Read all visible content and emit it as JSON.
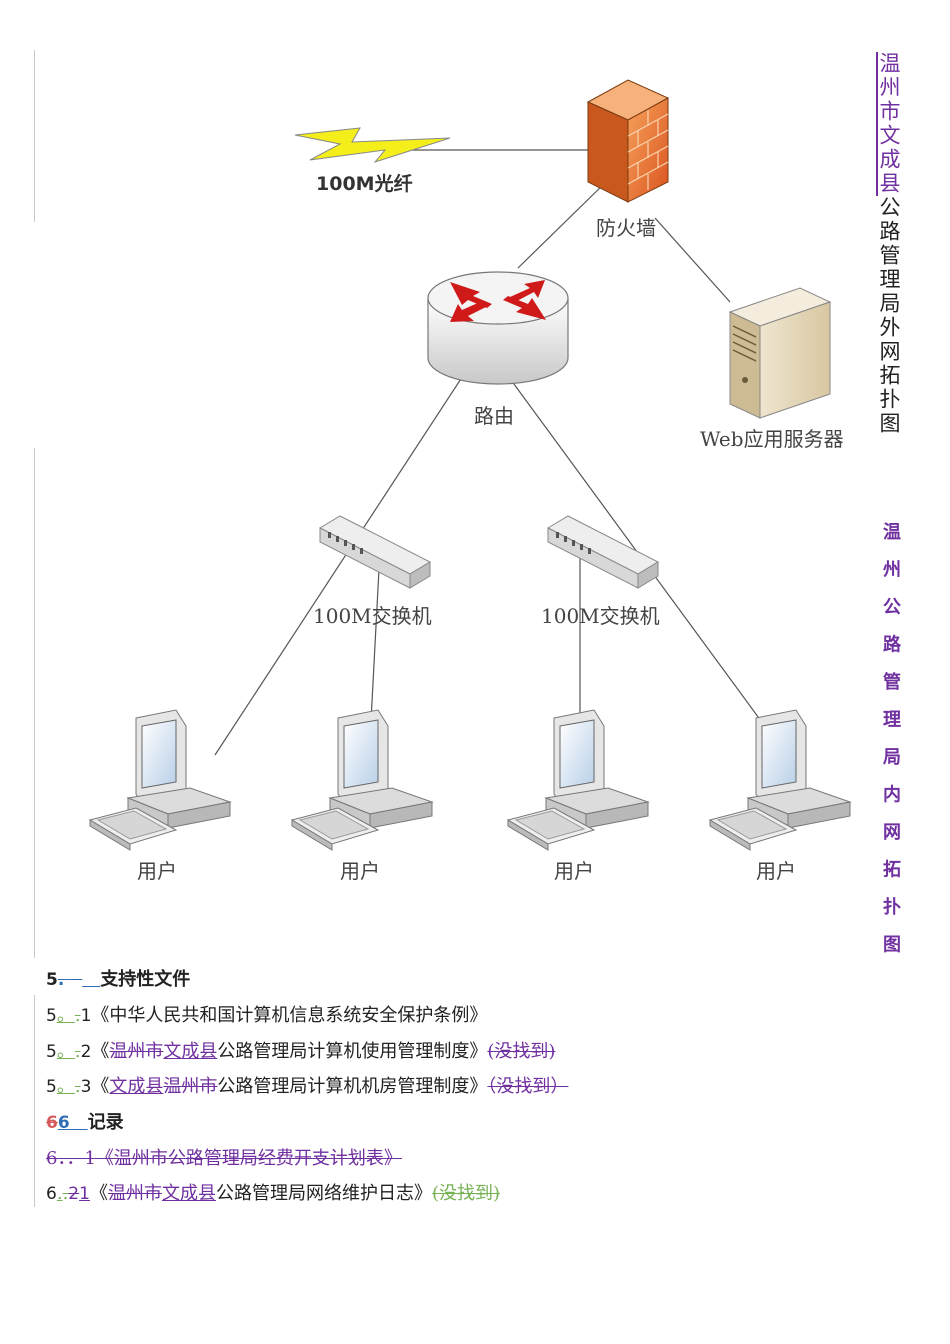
{
  "diagram": {
    "fiber_label": "100M光纤",
    "firewall_label": "防火墙",
    "router_label": "路由",
    "server_label": "Web应用服务器",
    "switch_left_label": "100M交换机",
    "switch_right_label": "100M交换机",
    "user_labels": [
      "用户",
      "用户",
      "用户",
      "用户"
    ]
  },
  "captions": {
    "outer_inserted": "温州市文成县",
    "outer_rest": "公路管理局外网拓扑图",
    "inner_deleted": "温州公路管理局内网拓扑图"
  },
  "sections": {
    "s5": {
      "num": "5",
      "mark_del": ".",
      "mark_ins": "　",
      "title": "支持性文件"
    },
    "s5_1": {
      "num": "5",
      "mark_ins": "。",
      "mark_del": ".",
      "sub": "1",
      "text": "《中华人民共和国计算机信息系统安全保护条例》"
    },
    "s5_2": {
      "num": "5",
      "mark_ins": "。",
      "mark_del": ".",
      "sub": "2",
      "open": "《",
      "del1": "温州市",
      "ins1": "文成县",
      "rest": "公路管理局计算机使用管理制度》",
      "note": "(没找到)"
    },
    "s5_3": {
      "num": "5",
      "mark_ins": "。",
      "mark_del": ".",
      "sub": "3",
      "open": "《",
      "ins1": "文成县",
      "del1": "温州市",
      "rest": "公路管理局计算机机房管理制度》",
      "note": "（没找到）"
    },
    "s6": {
      "num_del": "6",
      "num_ins": "6",
      "title": "记录"
    },
    "s6_1": {
      "text": "6．．1《温州市公路管理局经费开支计划表》"
    },
    "s6_2": {
      "num": "6",
      "mark_ins": ".",
      "mark_del": ".",
      "sub_del": "2",
      "sub_ins": "1",
      "open": "《",
      "del1": "温州市",
      "ins1": "文成县",
      "rest": "公路管理局网络维护日志》",
      "note": "(没找到)"
    }
  }
}
